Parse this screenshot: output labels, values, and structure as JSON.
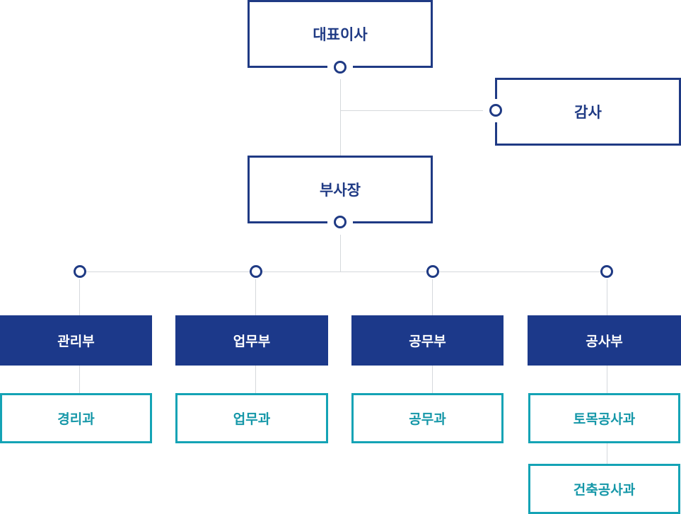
{
  "ceo": {
    "label": "대표이사"
  },
  "auditor": {
    "label": "감사"
  },
  "vice_president": {
    "label": "부사장"
  },
  "departments": [
    {
      "label": "관리부"
    },
    {
      "label": "업무부"
    },
    {
      "label": "공무부"
    },
    {
      "label": "공사부"
    }
  ],
  "teams": [
    {
      "label": "경리과"
    },
    {
      "label": "업무과"
    },
    {
      "label": "공무과"
    },
    {
      "label": "토목공사과"
    },
    {
      "label": "건축공사과"
    }
  ],
  "colors": {
    "navy": "#1f3a84",
    "dept_fill": "#1c398a",
    "teal": "#14a3b5",
    "connector": "#d5d8dc"
  }
}
